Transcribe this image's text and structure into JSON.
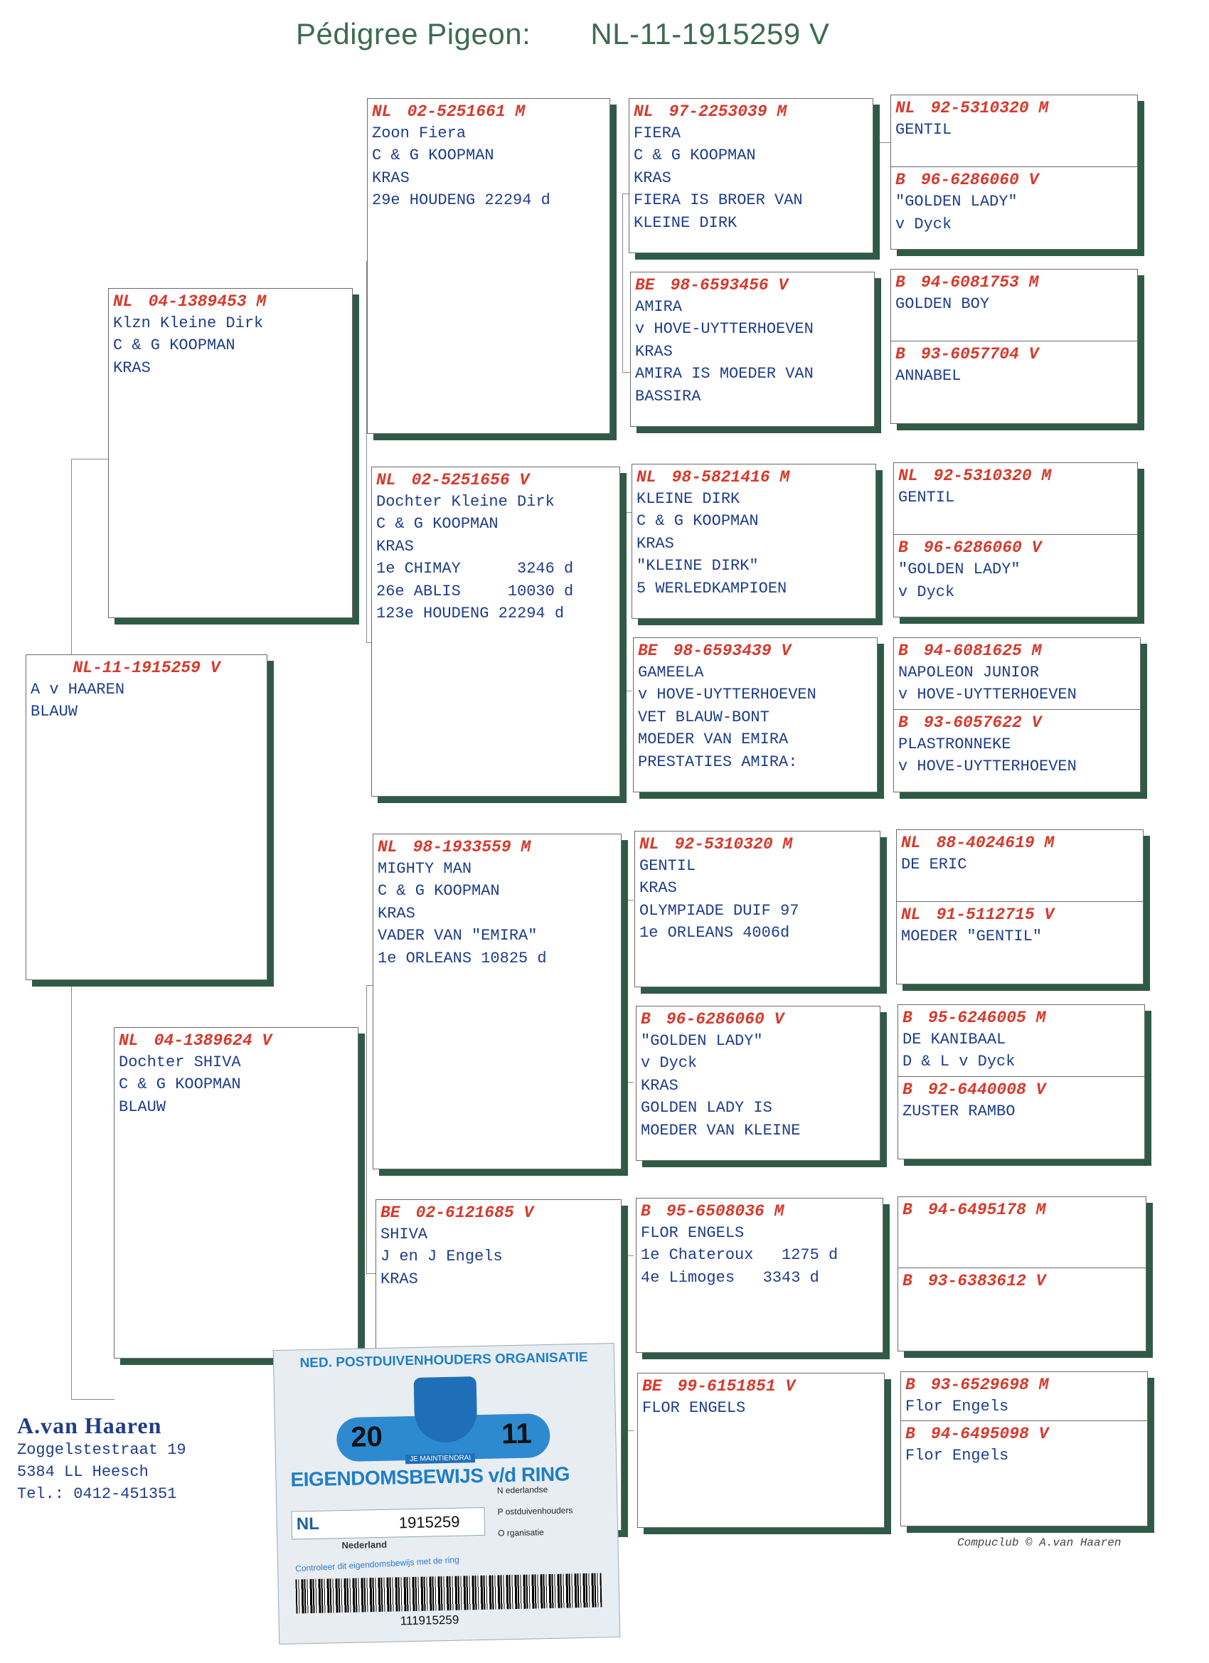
{
  "title": {
    "label": "Pédigree Pigeon:",
    "ring": "NL-11-1915259 V"
  },
  "pigeons": {
    "p1": {
      "country": "",
      "ring": "NL-11-1915259 V",
      "lines": [
        "",
        "A v HAAREN",
        "BLAUW"
      ]
    },
    "p2": {
      "country": "NL",
      "ring": "04-1389453 M",
      "lines": [
        "Klzn Kleine Dirk",
        "C & G KOOPMAN",
        "KRAS"
      ]
    },
    "p3": {
      "country": "NL",
      "ring": "04-1389624 V",
      "lines": [
        "Dochter SHIVA",
        "C & G KOOPMAN",
        "BLAUW"
      ]
    },
    "p4": {
      "country": "NL",
      "ring": "02-5251661 M",
      "lines": [
        "Zoon Fiera",
        "C & G KOOPMAN",
        "KRAS",
        "29e HOUDENG 22294 d"
      ]
    },
    "p5": {
      "country": "NL",
      "ring": "02-5251656 V",
      "lines": [
        "Dochter Kleine Dirk",
        "C & G KOOPMAN",
        "KRAS",
        "1e CHIMAY      3246 d",
        "26e ABLIS     10030 d",
        "123e HOUDENG 22294 d"
      ]
    },
    "p6": {
      "country": "NL",
      "ring": "98-1933559 M",
      "lines": [
        "MIGHTY MAN",
        "C & G KOOPMAN",
        "KRAS",
        "VADER VAN \"EMIRA\"",
        "1e ORLEANS 10825 d"
      ]
    },
    "p7": {
      "country": "BE",
      "ring": "02-6121685 V",
      "lines": [
        "SHIVA",
        "J en J Engels",
        "KRAS"
      ]
    },
    "p8": {
      "country": "NL",
      "ring": "97-2253039 M",
      "lines": [
        "FIERA",
        "C & G KOOPMAN",
        "KRAS",
        "FIERA IS BROER VAN",
        "KLEINE DIRK"
      ]
    },
    "p9": {
      "country": "BE",
      "ring": "98-6593456 V",
      "lines": [
        "AMIRA",
        "v HOVE-UYTTERHOEVEN",
        "KRAS",
        "AMIRA IS MOEDER VAN",
        "BASSIRA"
      ]
    },
    "p10": {
      "country": "NL",
      "ring": "98-5821416 M",
      "lines": [
        "KLEINE DIRK",
        "C & G KOOPMAN",
        "KRAS",
        "\"KLEINE DIRK\"",
        "5 WERLEDKAMPIOEN"
      ]
    },
    "p11": {
      "country": "BE",
      "ring": "98-6593439 V",
      "lines": [
        "GAMEELA",
        "v HOVE-UYTTERHOEVEN",
        "VET BLAUW-BONT",
        "MOEDER VAN EMIRA",
        "PRESTATIES AMIRA:"
      ]
    },
    "p12": {
      "country": "NL",
      "ring": "92-5310320 M",
      "lines": [
        "GENTIL",
        "",
        "KRAS",
        "OLYMPIADE DUIF 97",
        "1e ORLEANS 4006d"
      ]
    },
    "p13": {
      "country": "B",
      "ring": "96-6286060 V",
      "lines": [
        "\"GOLDEN LADY\"",
        "v Dyck",
        "KRAS",
        "GOLDEN LADY IS",
        "MOEDER VAN KLEINE"
      ]
    },
    "p14": {
      "country": "B",
      "ring": "95-6508036 M",
      "lines": [
        "",
        "FLOR ENGELS",
        "",
        "1e Chateroux   1275 d",
        "4e Limoges   3343 d"
      ]
    },
    "p15": {
      "country": "BE",
      "ring": "99-6151851 V",
      "lines": [
        "",
        "FLOR ENGELS"
      ]
    },
    "g1": {
      "country": "NL",
      "ring": "92-5310320 M",
      "lines": [
        "GENTIL"
      ]
    },
    "g2": {
      "country": "B",
      "ring": "96-6286060 V",
      "lines": [
        "\"GOLDEN LADY\"",
        "v Dyck"
      ]
    },
    "g3": {
      "country": "B",
      "ring": "94-6081753 M",
      "lines": [
        "GOLDEN BOY"
      ]
    },
    "g4": {
      "country": "B",
      "ring": "93-6057704 V",
      "lines": [
        "ANNABEL"
      ]
    },
    "g5": {
      "country": "NL",
      "ring": "92-5310320 M",
      "lines": [
        "GENTIL"
      ]
    },
    "g6": {
      "country": "B",
      "ring": "96-6286060 V",
      "lines": [
        "\"GOLDEN LADY\"",
        "v Dyck"
      ]
    },
    "g7": {
      "country": "B",
      "ring": "94-6081625 M",
      "lines": [
        "NAPOLEON JUNIOR",
        "v HOVE-UYTTERHOEVEN"
      ]
    },
    "g8": {
      "country": "B",
      "ring": "93-6057622 V",
      "lines": [
        "PLASTRONNEKE",
        "v HOVE-UYTTERHOEVEN"
      ]
    },
    "g9": {
      "country": "NL",
      "ring": "88-4024619 M",
      "lines": [
        "DE ERIC"
      ]
    },
    "g10": {
      "country": "NL",
      "ring": "91-5112715 V",
      "lines": [
        "MOEDER \"GENTIL\""
      ]
    },
    "g11": {
      "country": "B",
      "ring": "95-6246005 M",
      "lines": [
        "DE KANIBAAL",
        "D & L v Dyck"
      ]
    },
    "g12": {
      "country": "B",
      "ring": "92-6440008 V",
      "lines": [
        "ZUSTER RAMBO"
      ]
    },
    "g13": {
      "country": "B",
      "ring": "94-6495178 M",
      "lines": []
    },
    "g14": {
      "country": "B",
      "ring": "93-6383612 V",
      "lines": []
    },
    "g15": {
      "country": "B",
      "ring": "93-6529698 M",
      "lines": [
        "",
        "Flor Engels"
      ]
    },
    "g16": {
      "country": "B",
      "ring": "94-6495098 V",
      "lines": [
        "",
        "Flor Engels"
      ]
    }
  },
  "owner": {
    "name": "A.van Haaren",
    "street": "Zoggelstestraat 19",
    "city": "5384 LL  Heesch",
    "phone": "Tel.: 0412-451351"
  },
  "footer": "Compuclub © A.van Haaren",
  "card": {
    "org": "NED. POSTDUIVENHOUDERS ORGANISATIE",
    "year_left": "20",
    "year_right": "11",
    "motto": "JE MAINTIENDRAI",
    "title": "EIGENDOMSBEWIJS v/d RING",
    "country_code": "NL",
    "ring_number": "1915259",
    "country_name": "Nederland",
    "npo": [
      "N ederlandse",
      "P ostduivenhouders",
      "O rganisatie"
    ],
    "control": "Controleer dit eigendomsbewijs met de ring",
    "barcode_number": "111915259"
  },
  "colors": {
    "header_red": "#d63a2c",
    "text_blue": "#1e3d8a",
    "shadow_green": "#2f5a47",
    "title_green": "#3d6b52"
  }
}
